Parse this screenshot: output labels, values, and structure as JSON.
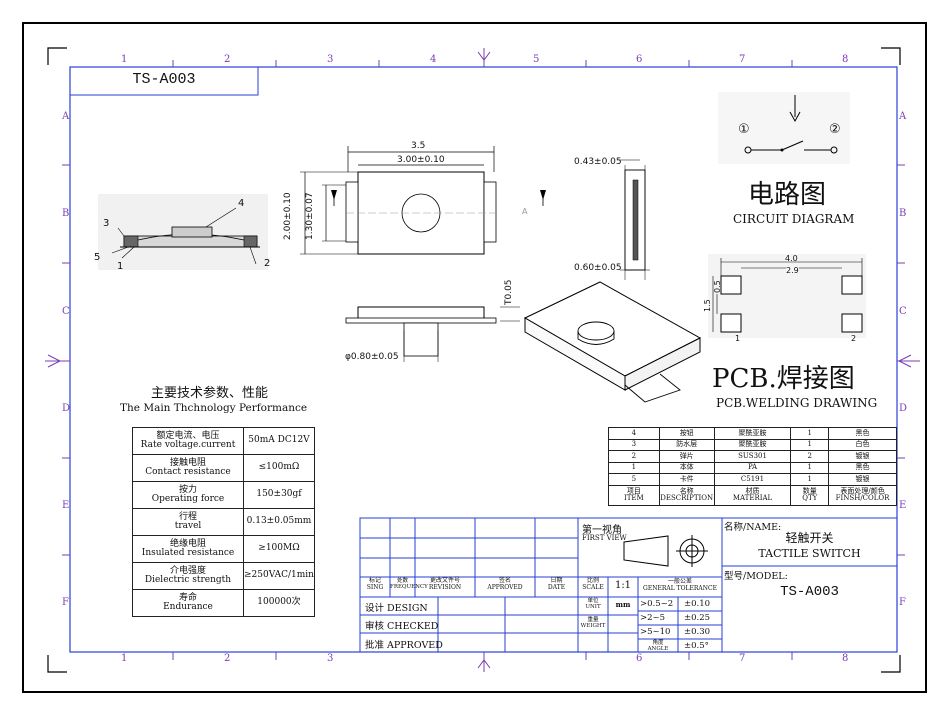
{
  "drawing": {
    "part_code": "TS-A003",
    "col_markers": [
      "1",
      "2",
      "3",
      "4",
      "5",
      "6",
      "7",
      "8"
    ],
    "row_markers": [
      "A",
      "B",
      "C",
      "D",
      "E",
      "F"
    ]
  },
  "views": {
    "top_dim_outer": "3.5",
    "top_dim_inner": "3.00±0.10",
    "left_dim_outer": "2.00±0.10",
    "left_dim_inner": "1.30±0.07",
    "side_dim_top": "0.43±0.05",
    "side_dim_bottom": "0.60±0.05",
    "front_dim_t": "T0.05",
    "front_dim_dia": "φ0.80±0.05",
    "section_mark": "A",
    "part_callouts": [
      "1",
      "2",
      "3",
      "4",
      "5"
    ]
  },
  "circuit": {
    "title_cn": "电路图",
    "title_en": "CIRCUIT DIAGRAM",
    "pin1": "①",
    "pin2": "②"
  },
  "pcb": {
    "title_cn": "PCB.焊接图",
    "title_en": "PCB.WELDING DRAWING",
    "dim_width": "4.0",
    "dim_pitch": "2.9",
    "dim_pad": "0.5",
    "dim_height": "1.5",
    "pin1": "1",
    "pin2": "2"
  },
  "params": {
    "title_cn": "主要技术参数、性能",
    "title_en": "The Main Thchnology Performance",
    "rows": [
      {
        "cn": "额定电流、电压",
        "en": "Rate voltage.current",
        "value": "50mA DC12V"
      },
      {
        "cn": "接触电阻",
        "en": "Contact resistance",
        "value": "≤100mΩ"
      },
      {
        "cn": "按力",
        "en": "Operating force",
        "value": "150±30gf"
      },
      {
        "cn": "行程",
        "en": "travel",
        "value": "0.13±0.05mm"
      },
      {
        "cn": "绝缘电阻",
        "en": "Insulated resistance",
        "value": "≥100MΩ"
      },
      {
        "cn": "介电强度",
        "en": "Dielectric strength",
        "value": "≥250VAC/1min"
      },
      {
        "cn": "寿命",
        "en": "Endurance",
        "value": "100000次"
      }
    ]
  },
  "bom": {
    "rows": [
      {
        "item": "4",
        "desc": "按钮",
        "material": "聚酰亚胺",
        "qty": "1",
        "finish": "黑色"
      },
      {
        "item": "3",
        "desc": "防水层",
        "material": "聚酰亚胺",
        "qty": "1",
        "finish": "白色"
      },
      {
        "item": "2",
        "desc": "弹片",
        "material": "SUS301",
        "qty": "2",
        "finish": "镀银"
      },
      {
        "item": "1",
        "desc": "本体",
        "material": "PA",
        "qty": "1",
        "finish": "黑色"
      },
      {
        "item": "5",
        "desc": "卡件",
        "material": "C5191",
        "qty": "1",
        "finish": "镀银"
      }
    ],
    "header": {
      "item_cn": "项目",
      "item_en": "ITEM",
      "desc_cn": "名称",
      "desc_en": "DESCRIPTION",
      "material_cn": "材质",
      "material_en": "MATERIAL",
      "qty_cn": "数量",
      "qty_en": "QTY",
      "finish_cn": "表面处理/颜色",
      "finish_en": "FINSH/COLOR"
    }
  },
  "title_block": {
    "first_view_cn": "第一视角",
    "first_view_en": "FIRST VIEW",
    "rev_headers": [
      {
        "cn": "标记",
        "en": "SING"
      },
      {
        "cn": "处数",
        "en": "FREQUENCY"
      },
      {
        "cn": "更改文件号",
        "en": "REVISION"
      },
      {
        "cn": "签名",
        "en": "APPROVED"
      },
      {
        "cn": "日期",
        "en": "DATE"
      }
    ],
    "design": "设计 DESIGN",
    "checked": "审核 CHECKED",
    "approved": "批准 APPROVED",
    "scale_cn": "比例",
    "scale_en": "SCALE",
    "scale_val": "1:1",
    "unit_cn": "单位",
    "unit_en": "UNIT",
    "unit_val": "mm",
    "weight_cn": "重量",
    "weight_en": "WEIGHT",
    "tol_cn": "一般公差",
    "tol_en": "GENERAL TOLERANCE",
    "tolerances": [
      {
        "range": ">0.5~2",
        "tol": "±0.10"
      },
      {
        "range": ">2~5",
        "tol": "±0.25"
      },
      {
        "range": ">5~10",
        "tol": "±0.30"
      }
    ],
    "angle_cn": "角度",
    "angle_en": "ANGLE",
    "angle_tol": "±0.5°",
    "name_label": "名称/NAME:",
    "name_cn": "轻触开关",
    "name_en": "TACTILE SWITCH",
    "model_label": "型号/MODEL:",
    "model_val": "TS-A003"
  }
}
